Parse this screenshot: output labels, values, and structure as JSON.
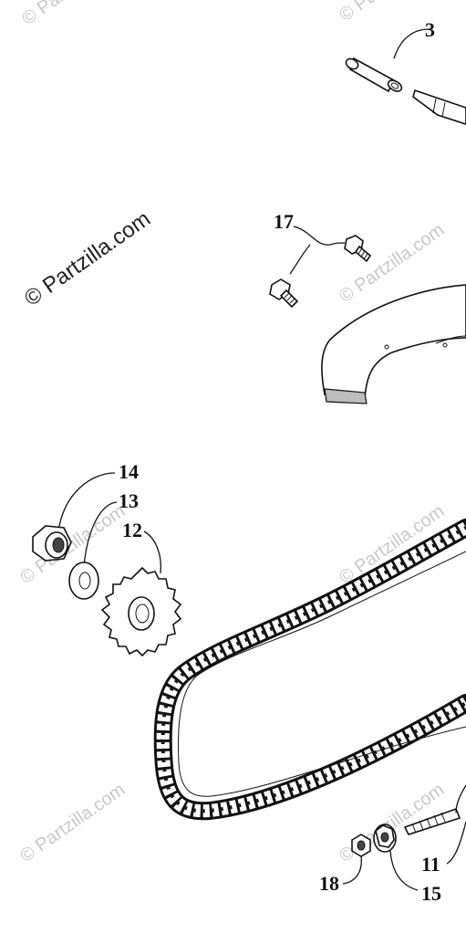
{
  "callouts": {
    "c3": "3",
    "c17": "17",
    "c14": "14",
    "c13": "13",
    "c12": "12",
    "c11": "11",
    "c18": "18",
    "c15": "15"
  },
  "watermarks": {
    "main": "© Partzilla.com",
    "faint": "© Partzilla.com"
  }
}
